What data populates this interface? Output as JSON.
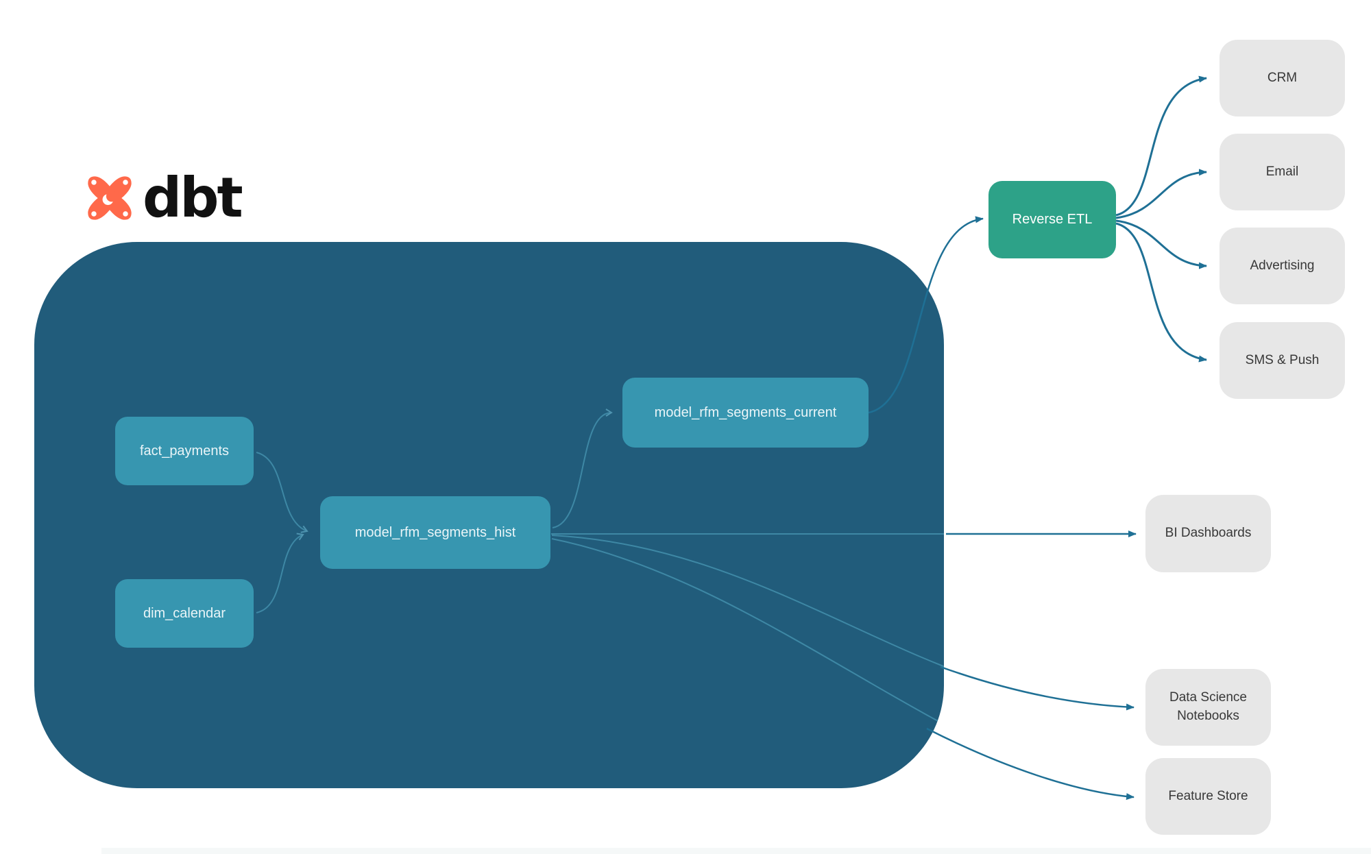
{
  "brand": {
    "wordmark": "dbt"
  },
  "nodes": {
    "fact_payments": {
      "label": "fact_payments"
    },
    "dim_calendar": {
      "label": "dim_calendar"
    },
    "model_rfm_segments_hist": {
      "label": "model_rfm_segments_hist"
    },
    "model_rfm_segments_current": {
      "label": "model_rfm_segments_current"
    },
    "reverse_etl": {
      "label": "Reverse ETL"
    },
    "crm": {
      "label": "CRM"
    },
    "email": {
      "label": "Email"
    },
    "advertising": {
      "label": "Advertising"
    },
    "sms_push": {
      "label": "SMS & Push"
    },
    "bi_dashboards": {
      "label": "BI Dashboards"
    },
    "data_science_notebooks": {
      "label": "Data Science Notebooks"
    },
    "feature_store": {
      "label": "Feature Store"
    }
  },
  "edges": [
    {
      "from": "fact_payments",
      "to": "model_rfm_segments_hist"
    },
    {
      "from": "dim_calendar",
      "to": "model_rfm_segments_hist"
    },
    {
      "from": "model_rfm_segments_hist",
      "to": "model_rfm_segments_current"
    },
    {
      "from": "model_rfm_segments_current",
      "to": "reverse_etl"
    },
    {
      "from": "reverse_etl",
      "to": "crm"
    },
    {
      "from": "reverse_etl",
      "to": "email"
    },
    {
      "from": "reverse_etl",
      "to": "advertising"
    },
    {
      "from": "reverse_etl",
      "to": "sms_push"
    },
    {
      "from": "model_rfm_segments_hist",
      "to": "bi_dashboards"
    },
    {
      "from": "model_rfm_segments_hist",
      "to": "data_science_notebooks"
    },
    {
      "from": "model_rfm_segments_hist",
      "to": "feature_store"
    }
  ],
  "colors": {
    "container_bg": "#215C7B",
    "model_node_bg": "#3796B0",
    "reverse_etl_bg": "#2DA288",
    "destination_bg": "#E7E7E7",
    "edge_external": "#1F7095",
    "edge_internal": "#3E88A5",
    "logo_orange": "#FF694A",
    "node_text": "#EAF5F8",
    "destination_text": "#383838"
  }
}
